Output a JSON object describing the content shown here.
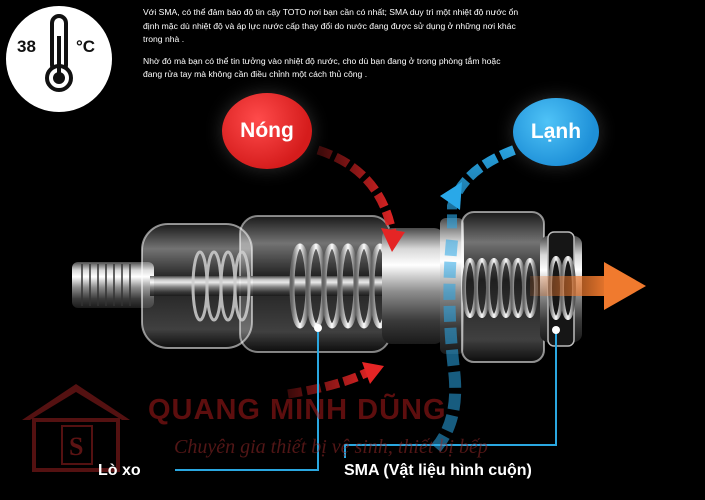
{
  "thermometer": {
    "value": "38",
    "unit": "°C"
  },
  "intro": {
    "paragraph_1_lines": [
      "Với SMA, có thể đảm bảo độ tin cậy TOTO nơi bạn cần có nhất; SMA duy trì một nhiệt độ nước ổn",
      "định mặc dù nhiệt độ và áp lực nước cấp thay đổi do nước đang được sử dụng ở những nơi khác",
      "trong nhà ."
    ],
    "paragraph_2_lines": [
      "Nhờ đó mà bạn có thể tin tưởng vào nhiệt độ nước, cho dù bạn đang ở trong phòng tắm hoặc",
      "đang rửa tay mà  không cần điều chỉnh một cách thủ công ."
    ]
  },
  "labels": {
    "hot": "Nóng",
    "cold": "Lạnh"
  },
  "captions": {
    "spring": "Lò xo",
    "sma": "SMA (Vật liệu hình cuộn)"
  },
  "watermark": {
    "title": "QUANG MINH DŨNG",
    "tagline": "Chuyên gia thiết bị vệ sinh, thiết bị bếp",
    "logo_letter": "S"
  },
  "colors": {
    "hot": "#e52525",
    "cold": "#29a8e8",
    "outflow": "#f07a2e",
    "leader_line": "#2aa7e0",
    "watermark": "#9a1f1f"
  },
  "icons": [
    "thermometer-icon",
    "hot-water-arrow",
    "cold-water-arrow",
    "mixed-water-arrow",
    "house-logo-icon"
  ]
}
